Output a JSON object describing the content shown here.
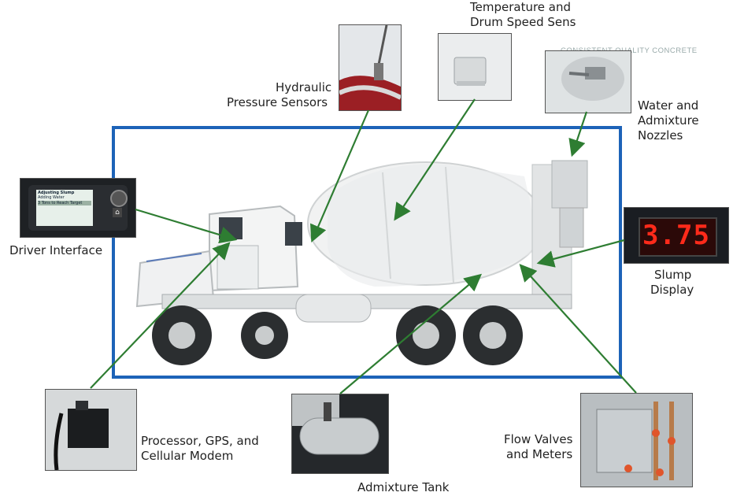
{
  "header": {
    "tagline": "CONSISTENT QUALITY CONCRETE"
  },
  "labels": {
    "temperature_line1": "Temperature and",
    "temperature_line2": "Drum Speed Sens",
    "hydraulic_line1": "Hydraulic",
    "hydraulic_line2": "Pressure Sensors",
    "water_line1": "Water and",
    "water_line2": "Admixture",
    "water_line3": "Nozzles",
    "driver": "Driver Interface",
    "slump_line1": "Slump",
    "slump_line2": "Display",
    "processor_line1": "Processor, GPS, and",
    "processor_line2": "Cellular Modem",
    "admixture_tank": "Admixture Tank",
    "flow_line1": "Flow Valves",
    "flow_line2": "and Meters"
  },
  "slump_display": {
    "value": "3.75"
  },
  "driver_screen": {
    "title": "Adjusting Slump",
    "row1": "Adding Water",
    "row2": "3 Tons to Reach Target"
  },
  "colors": {
    "arrow": "#2e7d32",
    "frame": "#1d63b8",
    "led": "#ff2a1a"
  }
}
